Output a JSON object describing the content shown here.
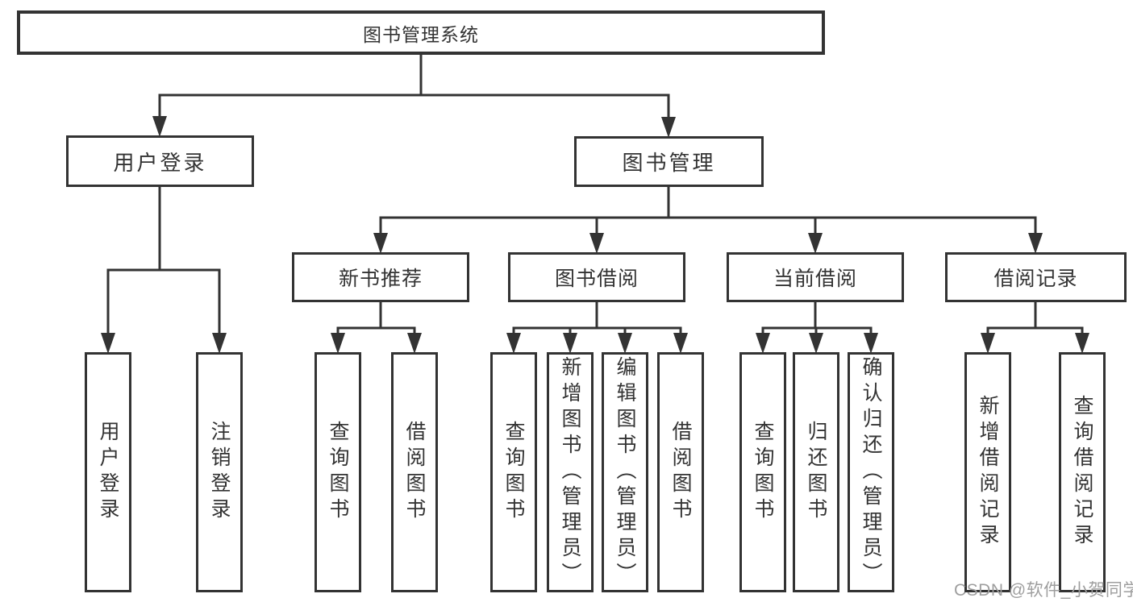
{
  "diagram": {
    "root": {
      "label": "图书管理系统",
      "children": [
        {
          "label": "用户登录",
          "children": [
            {
              "label": "用户登录"
            },
            {
              "label": "注销登录"
            }
          ]
        },
        {
          "label": "图书管理",
          "children": [
            {
              "label": "新书推荐",
              "children": [
                {
                  "label": "查询图书"
                },
                {
                  "label": "借阅图书"
                }
              ]
            },
            {
              "label": "图书借阅",
              "children": [
                {
                  "label": "查询图书"
                },
                {
                  "label": "新增图书（管理员）"
                },
                {
                  "label": "编辑图书（管理员）"
                },
                {
                  "label": "借阅图书"
                }
              ]
            },
            {
              "label": "当前借阅",
              "children": [
                {
                  "label": "查询图书"
                },
                {
                  "label": "归还图书"
                },
                {
                  "label": "确认归还（管理员）"
                }
              ]
            },
            {
              "label": "借阅记录",
              "children": [
                {
                  "label": "新增借阅记录"
                },
                {
                  "label": "查询借阅记录"
                }
              ]
            }
          ]
        }
      ]
    }
  },
  "watermark": "CSDN @软件_小贺同学",
  "colors": {
    "line": "#333333",
    "box_border": "#333333",
    "text": "#333333",
    "watermark": "#9e9e9e",
    "background": "#ffffff"
  }
}
